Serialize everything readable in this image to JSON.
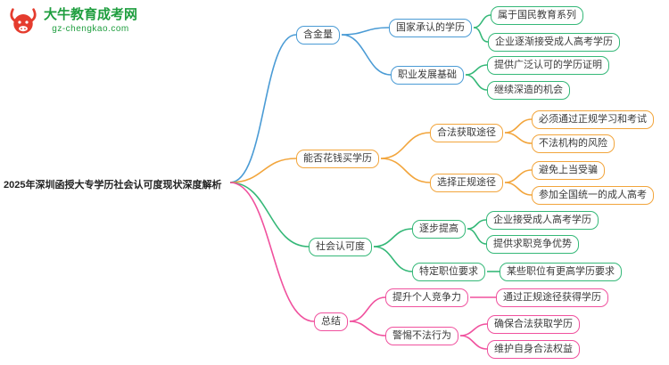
{
  "logo": {
    "title": "大牛教育成考网",
    "domain": "gz-chengkao.com",
    "brand_green": "#1f9e3f",
    "brand_red": "#e53c2e"
  },
  "palette": {
    "blue": "#4a9bd5",
    "orange": "#f2a53c",
    "green": "#35b878",
    "pink": "#f0519e"
  },
  "root": {
    "label": "2025年深圳函授大专学历社会认可度现状深度解析"
  },
  "branches": [
    {
      "label": "含金量",
      "children": [
        {
          "label": "国家承认的学历",
          "children": [
            {
              "label": "属于国民教育系列"
            },
            {
              "label": "企业逐渐接受成人高考学历"
            }
          ]
        },
        {
          "label": "职业发展基础",
          "children": [
            {
              "label": "提供广泛认可的学历证明"
            },
            {
              "label": "继续深造的机会"
            }
          ]
        }
      ]
    },
    {
      "label": "能否花钱买学历",
      "children": [
        {
          "label": "合法获取途径",
          "children": [
            {
              "label": "必须通过正规学习和考试"
            },
            {
              "label": "不法机构的风险"
            }
          ]
        },
        {
          "label": "选择正规途径",
          "children": [
            {
              "label": "避免上当受骗"
            },
            {
              "label": "参加全国统一的成人高考"
            }
          ]
        }
      ]
    },
    {
      "label": "社会认可度",
      "children": [
        {
          "label": "逐步提高",
          "children": [
            {
              "label": "企业接受成人高考学历"
            },
            {
              "label": "提供求职竞争优势"
            }
          ]
        },
        {
          "label": "特定职位要求",
          "children": [
            {
              "label": "某些职位有更高学历要求"
            }
          ]
        }
      ]
    },
    {
      "label": "总结",
      "children": [
        {
          "label": "提升个人竞争力",
          "children": [
            {
              "label": "通过正规途径获得学历"
            }
          ]
        },
        {
          "label": "警惕不法行为",
          "children": [
            {
              "label": "确保合法获取学历"
            },
            {
              "label": "维护自身合法权益"
            }
          ]
        }
      ]
    }
  ]
}
